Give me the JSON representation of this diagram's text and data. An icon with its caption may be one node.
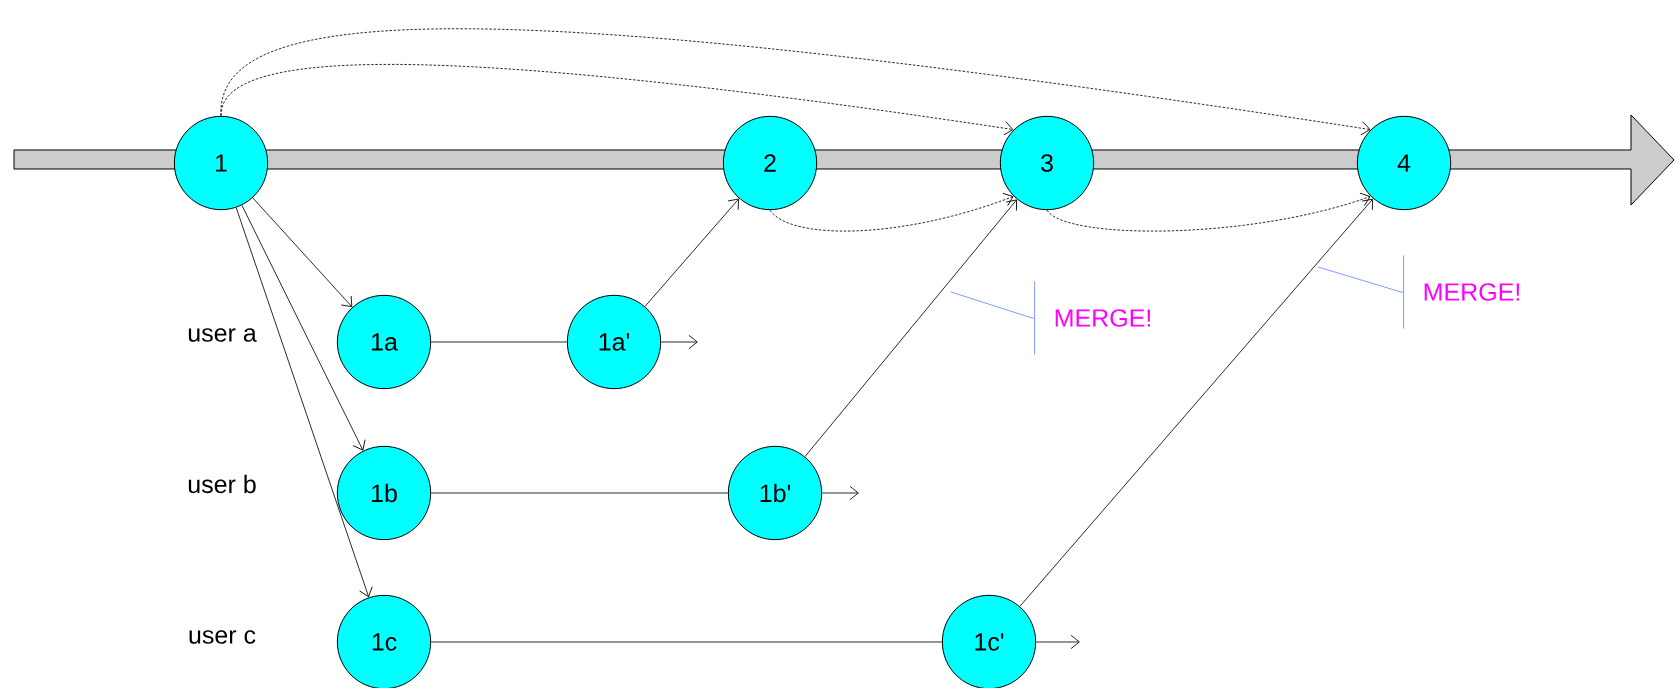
{
  "diagram": {
    "nodes": [
      {
        "text": [
          "1"
        ]
      },
      {
        "text": [
          "2"
        ]
      },
      {
        "text": [
          "3"
        ]
      },
      {
        "text": [
          "4"
        ]
      },
      {
        "text": [
          "1a"
        ]
      },
      {
        "text": [
          "1a'"
        ]
      },
      {
        "text": [
          "1b"
        ]
      },
      {
        "text": [
          "1b'"
        ]
      },
      {
        "text": [
          "1c"
        ]
      },
      {
        "text": [
          "1c'"
        ]
      },
      {
        "text": [
          "MERGE!"
        ]
      },
      {
        "text": [
          "MERGE!"
        ]
      }
    ],
    "edges": [
      {
        "from": 0,
        "to": 4,
        "arrow": "to"
      },
      {
        "from": 0,
        "to": 6,
        "arrow": "to"
      },
      {
        "from": 0,
        "to": 8,
        "arrow": "to"
      },
      {
        "from": 4,
        "to": 5,
        "arrow": "none"
      },
      {
        "from": 5,
        "to": null,
        "arrow": "to"
      },
      {
        "from": 6,
        "to": 7,
        "arrow": "none"
      },
      {
        "from": 7,
        "to": null,
        "arrow": "to"
      },
      {
        "from": 8,
        "to": 9,
        "arrow": "none"
      },
      {
        "from": 9,
        "to": null,
        "arrow": "to"
      },
      {
        "from": 5,
        "to": 1,
        "arrow": "to"
      },
      {
        "from": 7,
        "to": 2,
        "arrow": "to"
      },
      {
        "from": 9,
        "to": 3,
        "arrow": "to"
      },
      {
        "from": 0,
        "to": 2,
        "arrow": "to",
        "style": "dashed"
      },
      {
        "from": 0,
        "to": 3,
        "arrow": "to",
        "style": "dashed"
      },
      {
        "from": 1,
        "to": 2,
        "arrow": "to",
        "style": "dashed"
      },
      {
        "from": 2,
        "to": 3,
        "arrow": "to",
        "style": "dashed"
      },
      {
        "from": 10,
        "to": null,
        "arrow": "none",
        "color": "#6688ff"
      },
      {
        "from": 11,
        "to": null,
        "arrow": "none",
        "color": "#6688ff"
      }
    ],
    "labels": [
      "user a",
      "user b",
      "user c"
    ]
  }
}
